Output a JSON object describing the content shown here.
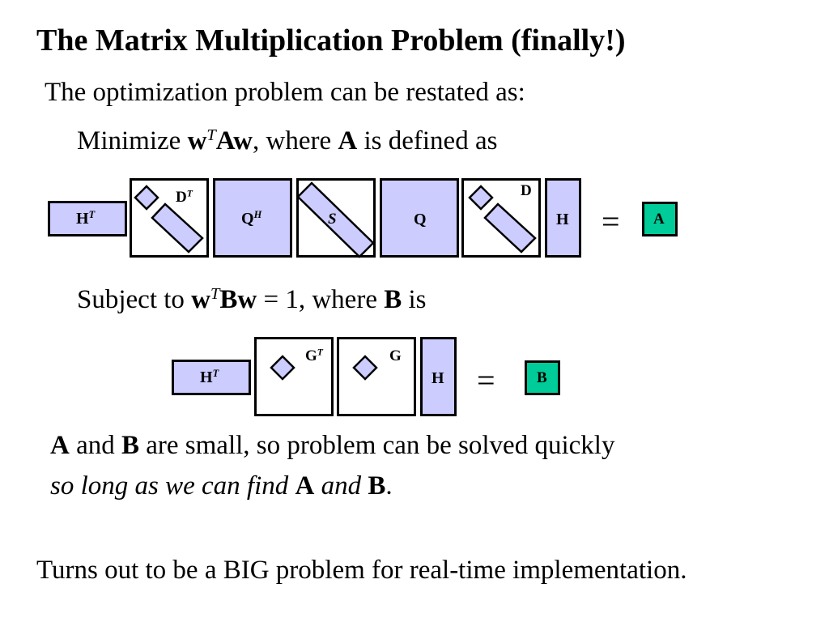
{
  "title": "The Matrix Multiplication Problem (finally!)",
  "intro": "The optimization problem can be restated as:",
  "objective": {
    "prefix": "Minimize ",
    "w": "w",
    "sup_T": "T",
    "A": "A",
    "w2": "w",
    "middle": ", where ",
    "A2": "A",
    "suffix": " is defined as"
  },
  "constraint": {
    "prefix": "Subject to ",
    "w": "w",
    "sup_T": "T",
    "B": "B",
    "w2": "w",
    "eq": " = 1, where ",
    "B2": "B",
    "suffix": " is"
  },
  "diagram_a": {
    "ht_base": "H",
    "ht_sup": "T",
    "dt_base": "D",
    "dt_sup": "T",
    "qh_base": "Q",
    "qh_sup": "H",
    "s": "S",
    "q": "Q",
    "d": "D",
    "h": "H",
    "equals": "=",
    "result": "A"
  },
  "diagram_b": {
    "ht_base": "H",
    "ht_sup": "T",
    "gt_base": "G",
    "gt_sup": "T",
    "g": "G",
    "h": "H",
    "equals": "=",
    "result": "B"
  },
  "note": {
    "A": "A",
    "and1": " and ",
    "B": "B",
    "rest": " are small, so problem can be solved quickly",
    "italic1": "so long as we can find ",
    "A2": "A",
    "italic2": " and ",
    "B2": "B",
    "period": "."
  },
  "conclusion": "Turns out to be a BIG problem for real-time implementation.",
  "colors": {
    "matrix_fill": "#ccccff",
    "result_fill": "#00cc99"
  }
}
